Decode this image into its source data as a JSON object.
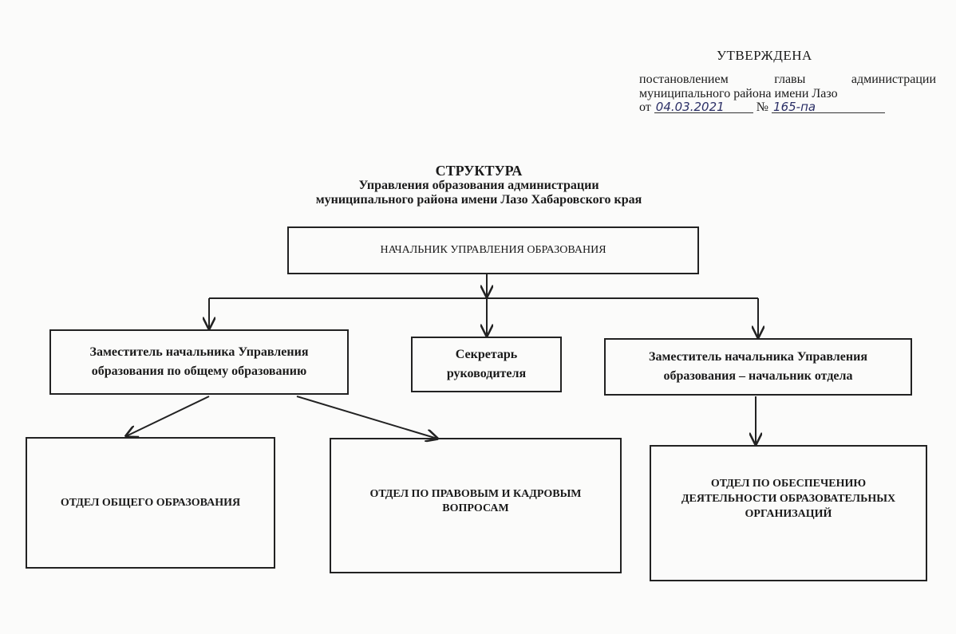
{
  "approval": {
    "title": "УТВЕРЖДЕНА",
    "line1": "постановлением главы администрации",
    "line2": "муниципального района имени Лазо",
    "from_label": "от",
    "date_handwritten": "04.03.2021",
    "number_label": "№",
    "number_handwritten": "165-па"
  },
  "heading": {
    "line1": "СТРУКТУРА",
    "line2": "Управления образования администрации",
    "line3": "муниципального района имени Лазо Хабаровского края"
  },
  "boxes": {
    "chief": "НАЧАЛЬНИК УПРАВЛЕНИЯ ОБРАЗОВАНИЯ",
    "deputy_general": "Заместитель начальника Управления образования по общему образованию",
    "secretary": "Секретарь руководителя",
    "deputy_head": "Заместитель начальника Управления образования – начальник отдела",
    "dept_general_education": "ОТДЕЛ ОБЩЕГО ОБРАЗОВАНИЯ",
    "dept_legal_hr": "ОТДЕЛ ПО ПРАВОВЫМ И КАДРОВЫМ ВОПРОСАМ",
    "dept_support": "ОТДЕЛ ПО ОБЕСПЕЧЕНИЮ ДЕЯТЕЛЬНОСТИ ОБРАЗОВАТЕЛЬНЫХ ОРГАНИЗАЦИЙ"
  },
  "colors": {
    "ink": "#1a1a1a",
    "handwriting": "#2b2f66",
    "paper": "#fbfbfa"
  }
}
